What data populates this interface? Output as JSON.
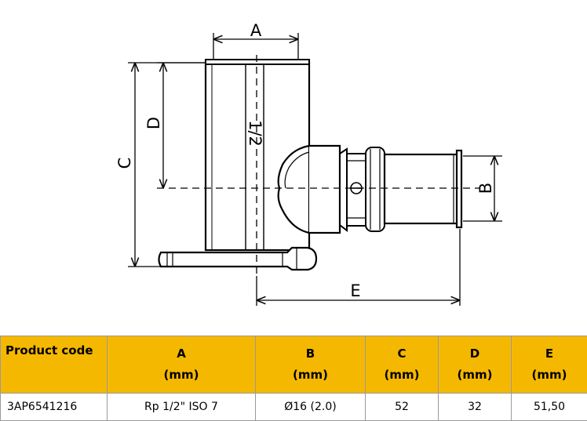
{
  "diagram": {
    "dimensions": {
      "A": "A",
      "B": "B",
      "C": "C",
      "D": "D",
      "E": "E"
    },
    "thread_label": "1/2"
  },
  "table": {
    "headers": [
      {
        "label": "Product code",
        "unit": ""
      },
      {
        "label": "A",
        "unit": "(mm)"
      },
      {
        "label": "B",
        "unit": "(mm)"
      },
      {
        "label": "C",
        "unit": "(mm)"
      },
      {
        "label": "D",
        "unit": "(mm)"
      },
      {
        "label": "E",
        "unit": "(mm)"
      }
    ],
    "rows": [
      {
        "cells": [
          "3AP6541216",
          "Rp 1/2\" ISO 7",
          "Ø16 (2.0)",
          "52",
          "32",
          "51,50"
        ]
      }
    ],
    "header_color": "#f5b800"
  }
}
